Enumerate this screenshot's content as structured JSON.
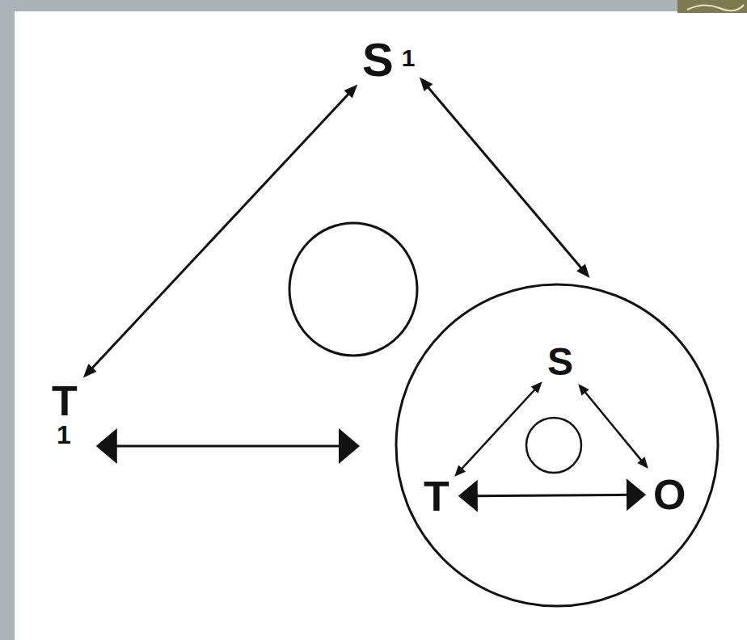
{
  "diagram": {
    "nodes": [
      {
        "text": [
          "S",
          "1"
        ]
      },
      {
        "text": [
          "T",
          "1"
        ]
      },
      {
        "text": []
      },
      {
        "text": [
          "S"
        ],
        "in": 2
      },
      {
        "text": [
          "T"
        ],
        "in": 2
      },
      {
        "text": [
          "O"
        ],
        "in": 2
      }
    ],
    "edges": [
      {
        "from": 0,
        "to": 1,
        "arrow": "both"
      },
      {
        "from": 0,
        "to": 2,
        "arrow": "both"
      },
      {
        "from": 1,
        "to": 2,
        "arrow": "both"
      },
      {
        "from": 3,
        "to": 4,
        "arrow": "both"
      },
      {
        "from": 3,
        "to": 5,
        "arrow": "both"
      },
      {
        "from": 4,
        "to": 5,
        "arrow": "both"
      }
    ]
  }
}
